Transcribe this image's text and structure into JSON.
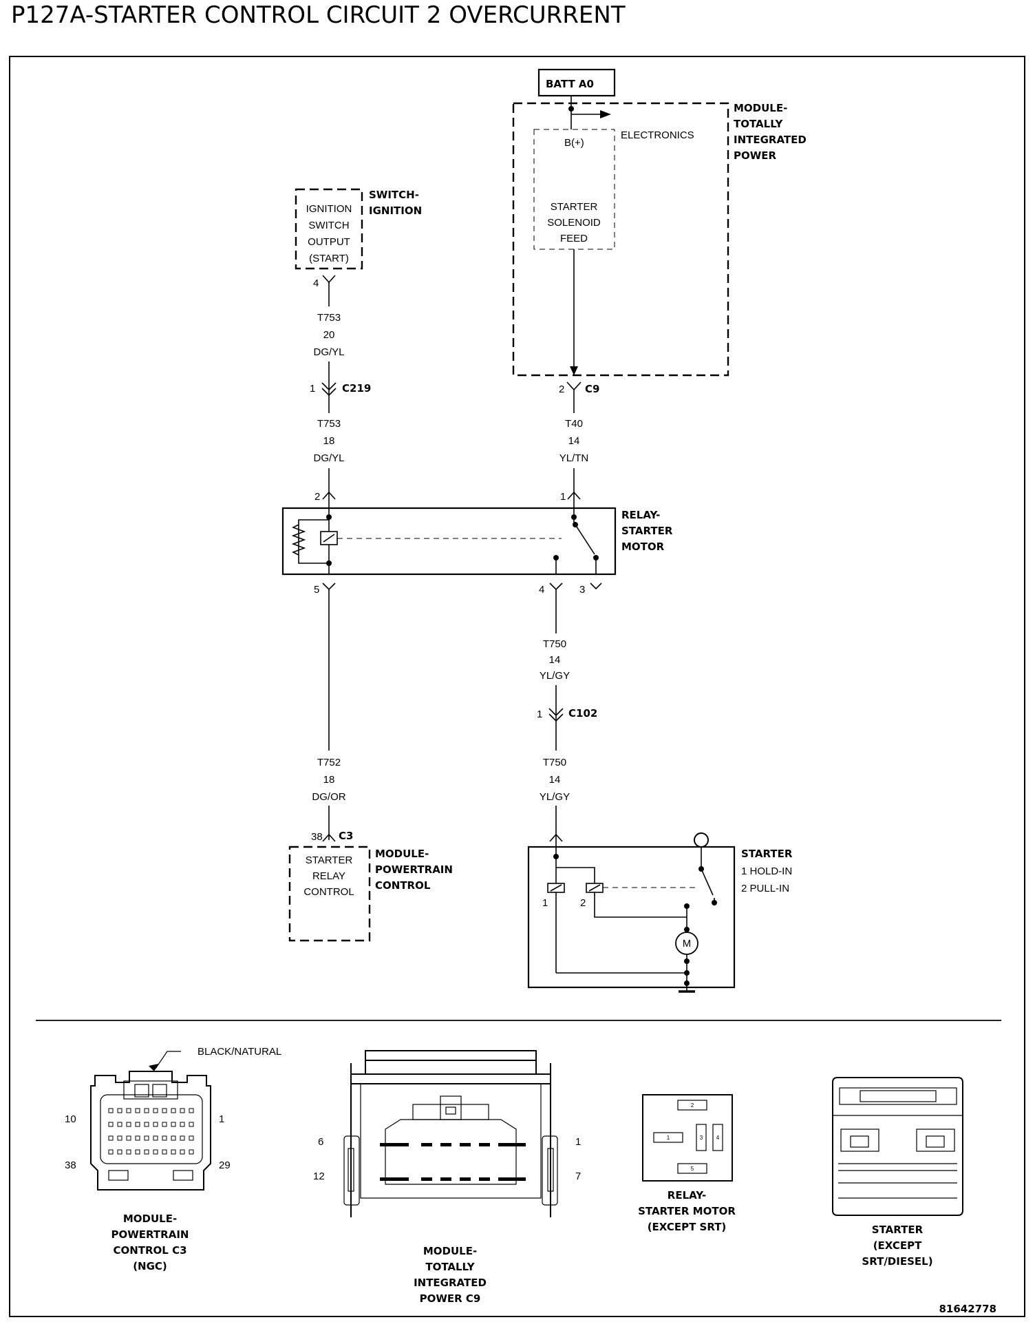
{
  "title": "P127A-STARTER CONTROL CIRCUIT 2 OVERCURRENT",
  "batt": "BATT A0",
  "tipm": {
    "name": [
      "MODULE-",
      "TOTALLY",
      "INTEGRATED",
      "POWER"
    ],
    "electronics": "ELECTRONICS",
    "bplus": "B(+)",
    "feed": [
      "STARTER",
      "SOLENOID",
      "FEED"
    ]
  },
  "switch": {
    "name": [
      "SWITCH-",
      "IGNITION"
    ],
    "box": [
      "IGNITION",
      "SWITCH",
      "OUTPUT",
      "(START)"
    ],
    "pin": "4"
  },
  "wires": {
    "w1": [
      "T753",
      "20",
      "DG/YL"
    ],
    "w2": [
      "T753",
      "18",
      "DG/YL"
    ],
    "w3": [
      "T40",
      "14",
      "YL/TN"
    ],
    "w4": [
      "T750",
      "14",
      "YL/GY"
    ],
    "w5": [
      "T750",
      "14",
      "YL/GY"
    ],
    "w6": [
      "T752",
      "18",
      "DG/OR"
    ]
  },
  "connectors": {
    "c219": {
      "name": "C219",
      "pin": "1"
    },
    "c9": {
      "name": "C9",
      "pin": "2"
    },
    "c102": {
      "name": "C102",
      "pin": "1"
    },
    "c3": {
      "name": "C3",
      "pin": "38"
    }
  },
  "relay": {
    "name": [
      "RELAY-",
      "STARTER",
      "MOTOR"
    ],
    "pins": {
      "p1": "1",
      "p2": "2",
      "p3": "3",
      "p4": "4",
      "p5": "5"
    }
  },
  "pcm": {
    "name": [
      "MODULE-",
      "POWERTRAIN",
      "CONTROL"
    ],
    "box": [
      "STARTER",
      "RELAY",
      "CONTROL"
    ]
  },
  "starter": {
    "name": "STARTER",
    "legend": [
      "1 HOLD-IN",
      "2 PULL-IN"
    ],
    "pins": [
      "1",
      "2"
    ],
    "motor": "M"
  },
  "bottom": {
    "pcm_conn": {
      "caption": [
        "MODULE-",
        "POWERTRAIN",
        "CONTROL C3",
        "(NGC)"
      ],
      "callout": "BLACK/NATURAL",
      "pins": [
        "10",
        "1",
        "38",
        "29"
      ]
    },
    "tipm_conn": {
      "caption": [
        "MODULE-",
        "TOTALLY",
        "INTEGRATED",
        "POWER C9"
      ],
      "pins": [
        "6",
        "1",
        "12",
        "7"
      ]
    },
    "relay_conn": {
      "caption": [
        "RELAY-",
        "STARTER MOTOR",
        "(EXCEPT SRT)"
      ],
      "pins": [
        "2",
        "1",
        "3",
        "4",
        "5"
      ]
    },
    "starter_conn": {
      "caption": [
        "STARTER",
        "(EXCEPT",
        "SRT/DIESEL)"
      ]
    }
  },
  "figure_id": "81642778"
}
